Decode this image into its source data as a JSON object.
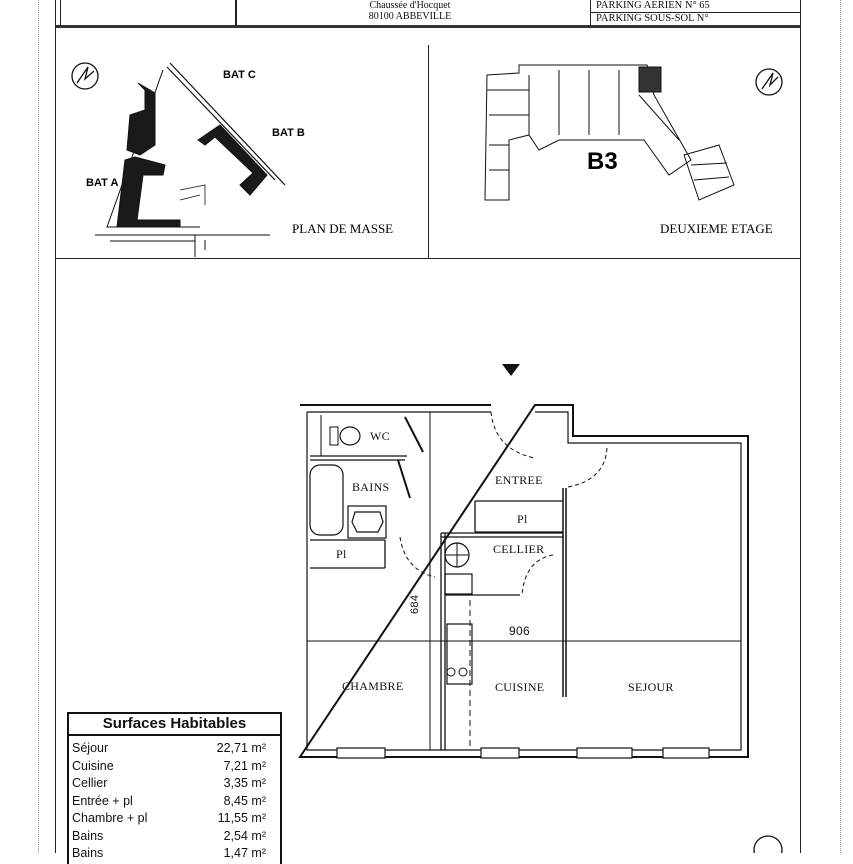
{
  "header": {
    "address_line1": "Chaussée d'Hocquet",
    "address_line2": "80100 ABBEVILLE",
    "parking_aerien": "PARKING AERIEN N° 65",
    "parking_sous_sol": "PARKING SOUS-SOL N°"
  },
  "site_plan": {
    "buildings": [
      "BAT A",
      "BAT B",
      "BAT C"
    ],
    "caption": "PLAN DE MASSE"
  },
  "floor_plan_overview": {
    "building_label": "B3",
    "caption": "DEUXIEME ETAGE"
  },
  "apartment": {
    "rooms": {
      "wc": "WC",
      "bains": "BAINS",
      "entree": "ENTREE",
      "placard1": "Pl",
      "placard2": "Pl",
      "cellier": "CELLIER",
      "chambre": "CHAMBRE",
      "cuisine": "CUISINE",
      "sejour": "SEJOUR"
    },
    "dimensions": {
      "vertical": "684",
      "horizontal": "906"
    }
  },
  "surfaces": {
    "title": "Surfaces Habitables",
    "rows": [
      {
        "room": "Séjour",
        "area": "22,71 m²"
      },
      {
        "room": "Cuisine",
        "area": "7,21 m²"
      },
      {
        "room": "Cellier",
        "area": "3,35 m²"
      },
      {
        "room": "Entrée + pl",
        "area": "8,45 m²"
      },
      {
        "room": "Chambre + pl",
        "area": "11,55 m²"
      },
      {
        "room": "Bains",
        "area": "2,54 m²"
      },
      {
        "room": "Bains",
        "area": "1,47 m²"
      }
    ]
  }
}
